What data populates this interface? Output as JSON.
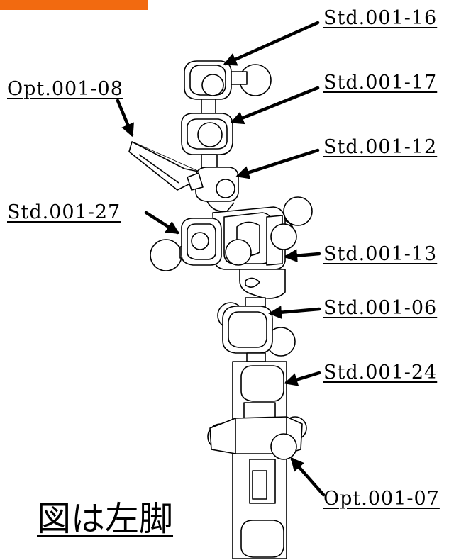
{
  "colors": {
    "accent": "#f26a10",
    "ink": "#000000",
    "paper": "#ffffff"
  },
  "labels": {
    "std_16": "Std.001-16",
    "std_17": "Std.001-17",
    "std_12": "Std.001-12",
    "std_13": "Std.001-13",
    "std_06": "Std.001-06",
    "std_24": "Std.001-24",
    "std_27": "Std.001-27",
    "opt_08": "Opt.001-08",
    "opt_07": "Opt.001-07"
  },
  "caption": "図は左脚"
}
